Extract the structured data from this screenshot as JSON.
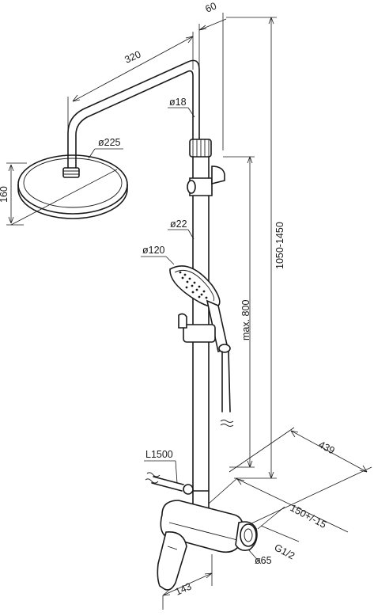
{
  "dimensions": {
    "arm_length": "320",
    "top_offset": "60",
    "arm_diameter": "ø18",
    "head_diameter": "ø225",
    "head_height": "160",
    "pipe_diameter": "ø22",
    "total_height": "1050-1450",
    "hand_shower_diameter": "ø120",
    "slider_range": "max. 800",
    "hose_length": "L1500",
    "depth": "439",
    "center_distance": "150+/-15",
    "connection_thread": "G1/2",
    "escutcheon_diameter": "ø65",
    "mixer_width": "143"
  }
}
